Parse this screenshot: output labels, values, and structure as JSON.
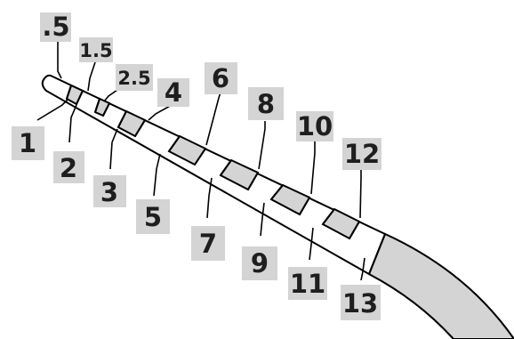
{
  "diagram": {
    "subject": "ruler-marked probe tip",
    "colors": {
      "band_fill": "#d4d4d4",
      "label_bg": "#d4d4d4",
      "label_text": "#1e1e1e",
      "outline": "#000000",
      "body_fill": "#ffffff",
      "curved_section_fill": "#d4d4d4"
    },
    "labels_above": [
      ".5",
      "1.5",
      "2.5",
      "4",
      "6",
      "8",
      "10",
      "12"
    ],
    "labels_below": [
      "1",
      "2",
      "3",
      "5",
      "7",
      "9",
      "11",
      "13"
    ]
  }
}
